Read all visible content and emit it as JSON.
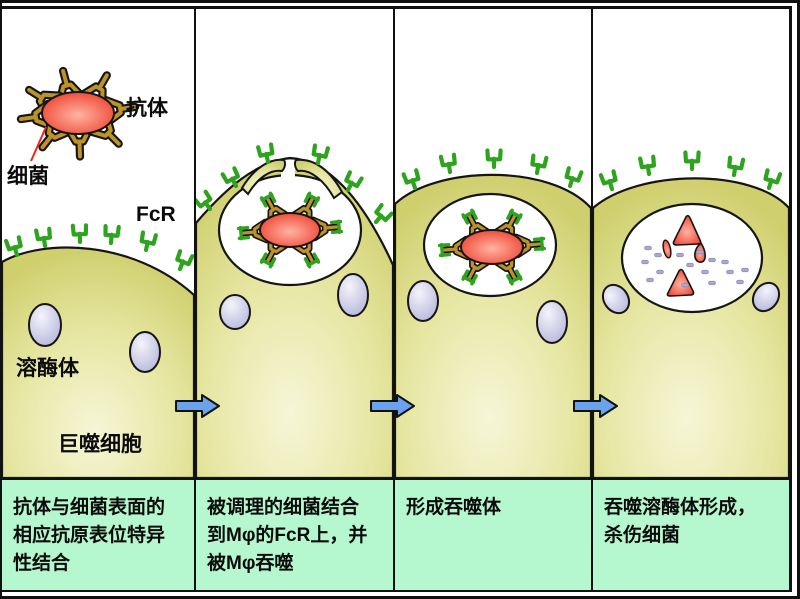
{
  "figure": {
    "panels": [
      {
        "caption_lines": [
          "抗体与细菌表面的",
          "相应抗原表位特异",
          "性结合"
        ]
      },
      {
        "caption_lines": [
          "被调理的细菌结合",
          "到Mφ的FcR上，并",
          "被Mφ吞噬"
        ]
      },
      {
        "caption_lines": [
          "形成吞噬体",
          "",
          ""
        ]
      },
      {
        "caption_lines": [
          "吞噬溶酶体形成，",
          "杀伤细菌",
          ""
        ]
      }
    ],
    "labels": {
      "antibody": "抗体",
      "bacterium": "细菌",
      "fcr": "FcR",
      "lysosome": "溶酶体",
      "macrophage": "巨噬细胞"
    },
    "colors": {
      "cell": "#cfcf6e",
      "cell_light": "#f6f6d8",
      "receptor_green": "#2ea31d",
      "antibody_gold": "#bd9327",
      "bacterium_red": "#ee3a26",
      "bacterium_light": "#ffb3a3",
      "lysosome": "#b9b9dd",
      "arrow_blue": "#6aa2ee",
      "caption_bg": "#b5f7ce",
      "pointer_red": "#e8281e"
    }
  }
}
